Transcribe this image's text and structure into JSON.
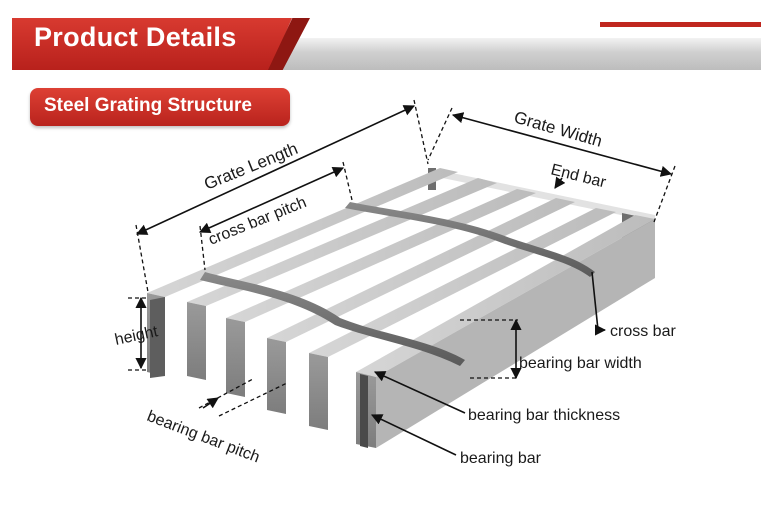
{
  "header": {
    "title": "Product Details"
  },
  "section": {
    "title": "Steel Grating Structure"
  },
  "labels": {
    "grate_length": "Grate Length",
    "grate_width": "Grate Width",
    "end_bar": "End bar",
    "cross_bar_pitch": "cross bar pitch",
    "height": "height",
    "cross_bar": "cross bar",
    "bearing_bar_width": "bearing bar width",
    "bearing_bar_thickness": "bearing bar thickness",
    "bearing_bar": "bearing bar",
    "bearing_bar_pitch": "bearing bar pitch"
  },
  "colors": {
    "brand_red": "#c0271f",
    "steel": "#a9a9a9"
  }
}
